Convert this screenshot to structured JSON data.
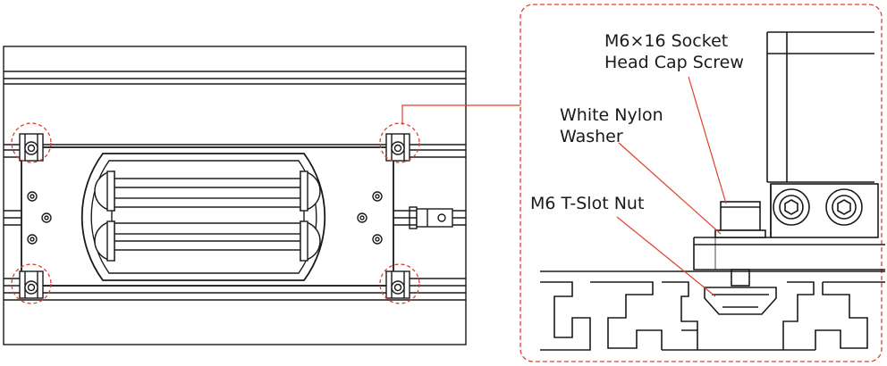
{
  "labels": {
    "screw_line1": "M6×16 Socket",
    "screw_line2": "Head Cap Screw",
    "washer_line1": "White Nylon",
    "washer_line2": "Washer",
    "nut": "M6 T-Slot Nut"
  },
  "colors": {
    "stroke": "#1a1a1a",
    "accent": "#e0402a",
    "background": "#ffffff"
  }
}
